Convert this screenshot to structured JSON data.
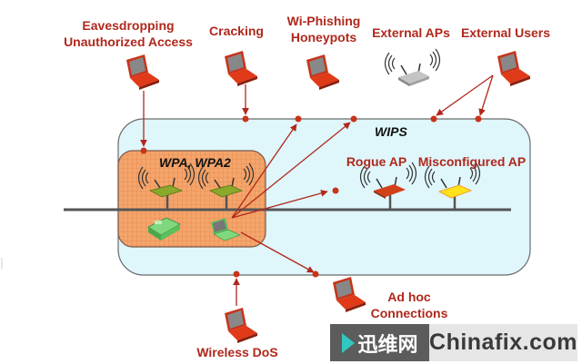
{
  "title": "WIPS wireless threat coverage",
  "zones": {
    "wips": "WIPS",
    "secured": "WPA, WPA2"
  },
  "threats": [
    {
      "id": "eavesdropping",
      "lines": [
        "Eavesdropping",
        "Unauthorized Access"
      ]
    },
    {
      "id": "cracking",
      "lines": [
        "Cracking"
      ]
    },
    {
      "id": "wi-phishing",
      "lines": [
        "Wi-Phishing",
        "Honeypots"
      ]
    },
    {
      "id": "external-aps",
      "lines": [
        "External APs"
      ]
    },
    {
      "id": "external-users",
      "lines": [
        "External Users"
      ]
    },
    {
      "id": "rogue-ap",
      "lines": [
        "Rogue AP"
      ]
    },
    {
      "id": "misconfigured-ap",
      "lines": [
        "Misconfigured AP"
      ]
    },
    {
      "id": "ad-hoc",
      "lines": [
        "Ad hoc",
        "Connections"
      ]
    },
    {
      "id": "wireless-dos",
      "lines": [
        "Wireless DoS"
      ]
    }
  ],
  "colors": {
    "threat": "#b0281c",
    "laptop": "#d93a1a",
    "wips_fill": "#dff6fb",
    "secured_fill": "#f2a36a",
    "ap_green": "#8aa82a",
    "ap_rogue": "#d2401a",
    "ap_misconfig": "#ffe21a",
    "ap_external": "#b8b8b8",
    "client_green": "#6fcf6f"
  },
  "watermark": {
    "cn": "迅维网",
    "en": "Chinafix.com"
  }
}
